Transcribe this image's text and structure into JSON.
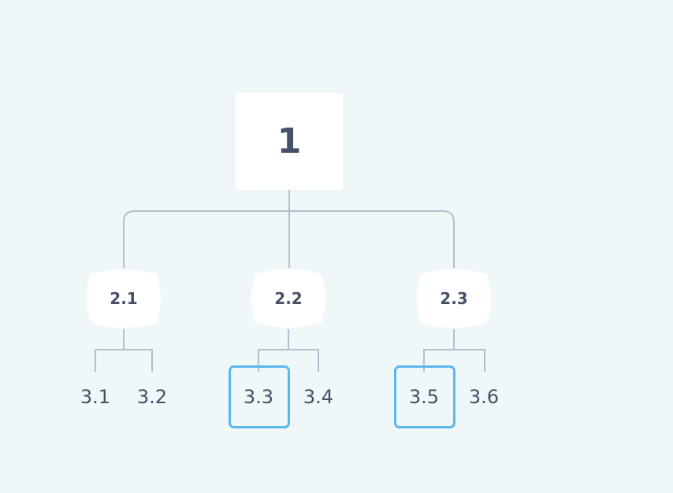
{
  "root": {
    "label": "1"
  },
  "level2": [
    {
      "label": "2.1"
    },
    {
      "label": "2.2"
    },
    {
      "label": "2.3"
    }
  ],
  "level3": [
    {
      "label": "3.1",
      "highlighted": false
    },
    {
      "label": "3.2",
      "highlighted": false
    },
    {
      "label": "3.3",
      "highlighted": true
    },
    {
      "label": "3.4",
      "highlighted": false
    },
    {
      "label": "3.5",
      "highlighted": true
    },
    {
      "label": "3.6",
      "highlighted": false
    }
  ],
  "colors": {
    "background": "#eff7f9",
    "node_fill": "#ffffff",
    "connector": "#b5bfcc",
    "text": "#455166",
    "highlight": "#5bb8ec"
  }
}
